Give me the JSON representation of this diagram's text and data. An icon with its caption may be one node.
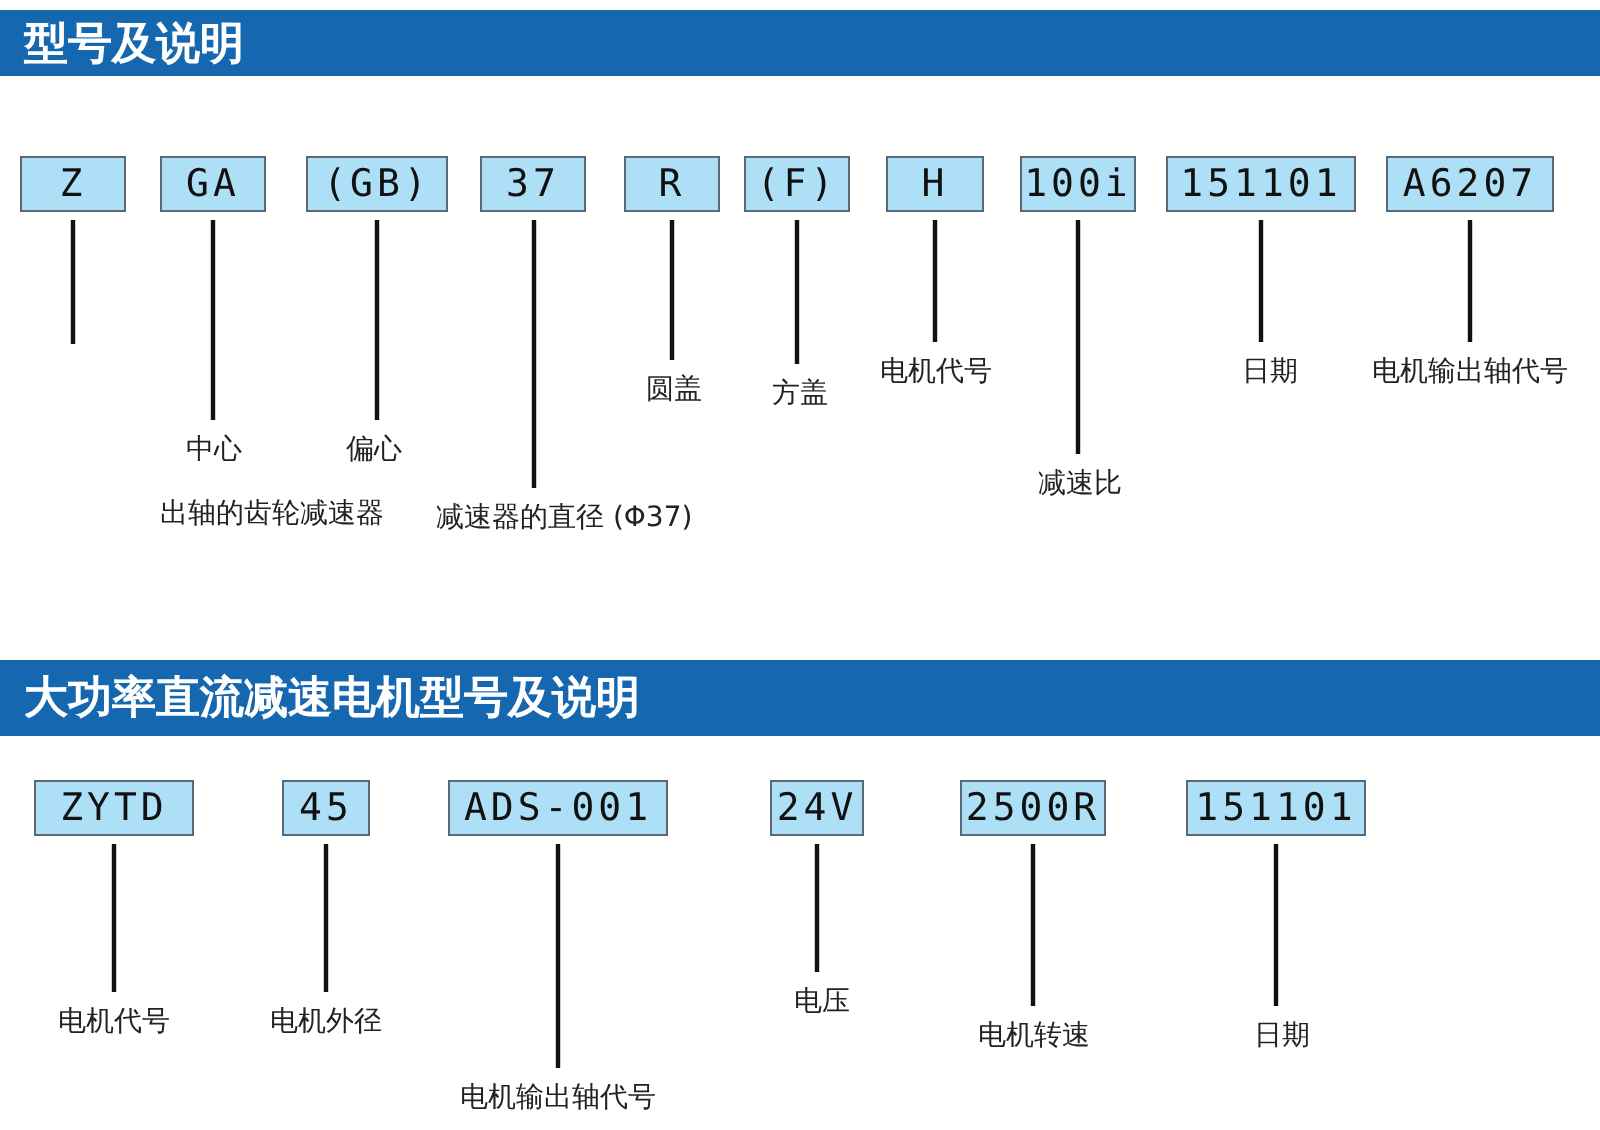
{
  "diagram": {
    "title": "型号及说明",
    "nodes": [
      {
        "text": [
          "Z"
        ]
      },
      {
        "text": [
          "GA"
        ]
      },
      {
        "text": [
          "(GB)"
        ]
      },
      {
        "text": [
          "37"
        ]
      },
      {
        "text": [
          "R"
        ]
      },
      {
        "text": [
          "(F)"
        ]
      },
      {
        "text": [
          "H"
        ]
      },
      {
        "text": [
          "100i"
        ]
      },
      {
        "text": [
          "151101"
        ]
      },
      {
        "text": [
          "A6207"
        ]
      },
      {
        "text": [
          "中心"
        ]
      },
      {
        "text": [
          "偏心"
        ]
      },
      {
        "text": [
          "减速器的直径 (Φ37)"
        ]
      },
      {
        "text": [
          "圆盖"
        ]
      },
      {
        "text": [
          "方盖"
        ]
      },
      {
        "text": [
          "电机代号"
        ]
      },
      {
        "text": [
          "减速比"
        ]
      },
      {
        "text": [
          "日期"
        ]
      },
      {
        "text": [
          "电机输出轴代号"
        ]
      },
      {
        "text": [
          "ZYTD"
        ]
      },
      {
        "text": [
          "45"
        ]
      },
      {
        "text": [
          "ADS-001"
        ]
      },
      {
        "text": [
          "24V"
        ]
      },
      {
        "text": [
          "2500R"
        ]
      },
      {
        "text": [
          "151101"
        ]
      },
      {
        "text": [
          "电机代号"
        ]
      },
      {
        "text": [
          "电机外径"
        ]
      },
      {
        "text": [
          "电机输出轴代号"
        ]
      },
      {
        "text": [
          "电压"
        ]
      },
      {
        "text": [
          "电机转速"
        ]
      },
      {
        "text": [
          "日期"
        ]
      }
    ],
    "edges": [
      {
        "from": 0,
        "to": null,
        "arrow": "none"
      },
      {
        "from": 1,
        "to": 10,
        "arrow": "none"
      },
      {
        "from": 2,
        "to": 11,
        "arrow": "none"
      },
      {
        "from": 3,
        "to": 12,
        "arrow": "none"
      },
      {
        "from": 4,
        "to": 13,
        "arrow": "none"
      },
      {
        "from": 5,
        "to": 14,
        "arrow": "none"
      },
      {
        "from": 6,
        "to": 15,
        "arrow": "none"
      },
      {
        "from": 7,
        "to": 16,
        "arrow": "none"
      },
      {
        "from": 8,
        "to": 17,
        "arrow": "none"
      },
      {
        "from": 9,
        "to": 18,
        "arrow": "none"
      },
      {
        "from": 19,
        "to": 25,
        "arrow": "none"
      },
      {
        "from": 20,
        "to": 26,
        "arrow": "none"
      },
      {
        "from": 21,
        "to": 27,
        "arrow": "none"
      },
      {
        "from": 22,
        "to": 28,
        "arrow": "none"
      },
      {
        "from": 23,
        "to": 29,
        "arrow": "none"
      },
      {
        "from": 24,
        "to": 30,
        "arrow": "none"
      }
    ],
    "labels": [
      "出轴的齿轮减速器",
      "大功率直流减速电机型号及说明"
    ]
  }
}
